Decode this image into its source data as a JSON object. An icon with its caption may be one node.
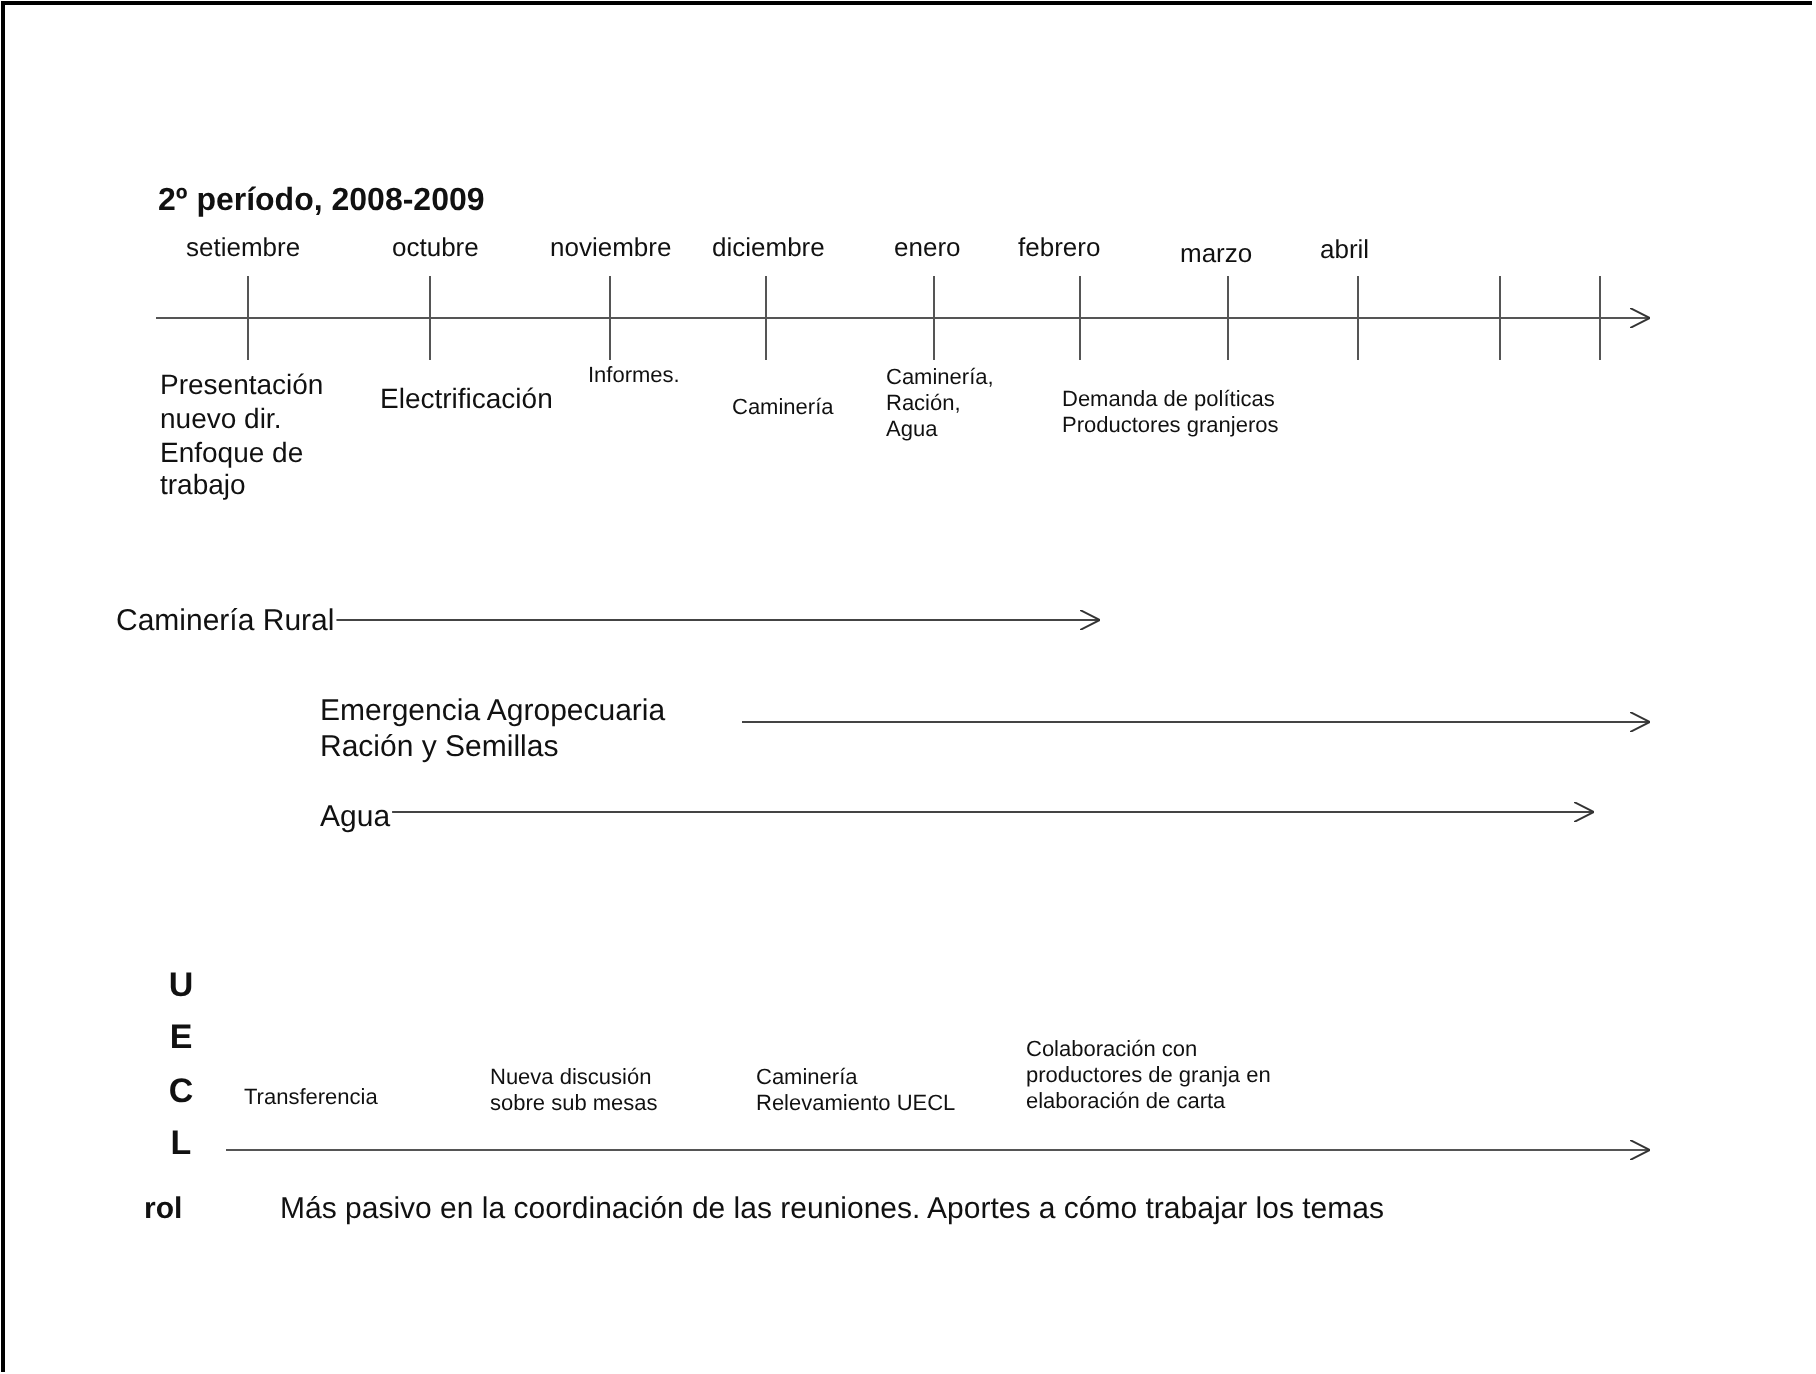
{
  "diagram": {
    "title": "2º período, 2008-2009",
    "nodes": [
      {
        "text": [
          "Caminería Rural"
        ]
      },
      {
        "text": [
          "Emergencia Agropecuaria Ración y Semillas"
        ]
      },
      {
        "text": [
          "Agua"
        ]
      }
    ],
    "edges": [
      {
        "from": 0,
        "to": null,
        "arrow": "to"
      },
      {
        "from": 1,
        "to": null,
        "arrow": "to"
      },
      {
        "from": 2,
        "to": null,
        "arrow": "to"
      }
    ],
    "labels": [
      "setiembre",
      "octubre",
      "noviembre",
      "diciembre",
      "enero",
      "febrero",
      "marzo",
      "abril",
      "Presentación nuevo dir. Enfoque de trabajo",
      "Electrificación",
      "Informes.",
      "Caminería",
      "Caminería, Ración, Agua",
      "Demanda de políticas Productores granjeros",
      "UECL",
      "Transferencia",
      "Nueva discusión sobre sub mesas",
      "Caminería Relevamiento UECL",
      "Colaboración con productores de granja en elaboración de carta",
      "rol",
      "Más pasivo en la coordinación de las reuniones. Aportes a cómo trabajar los temas"
    ]
  }
}
